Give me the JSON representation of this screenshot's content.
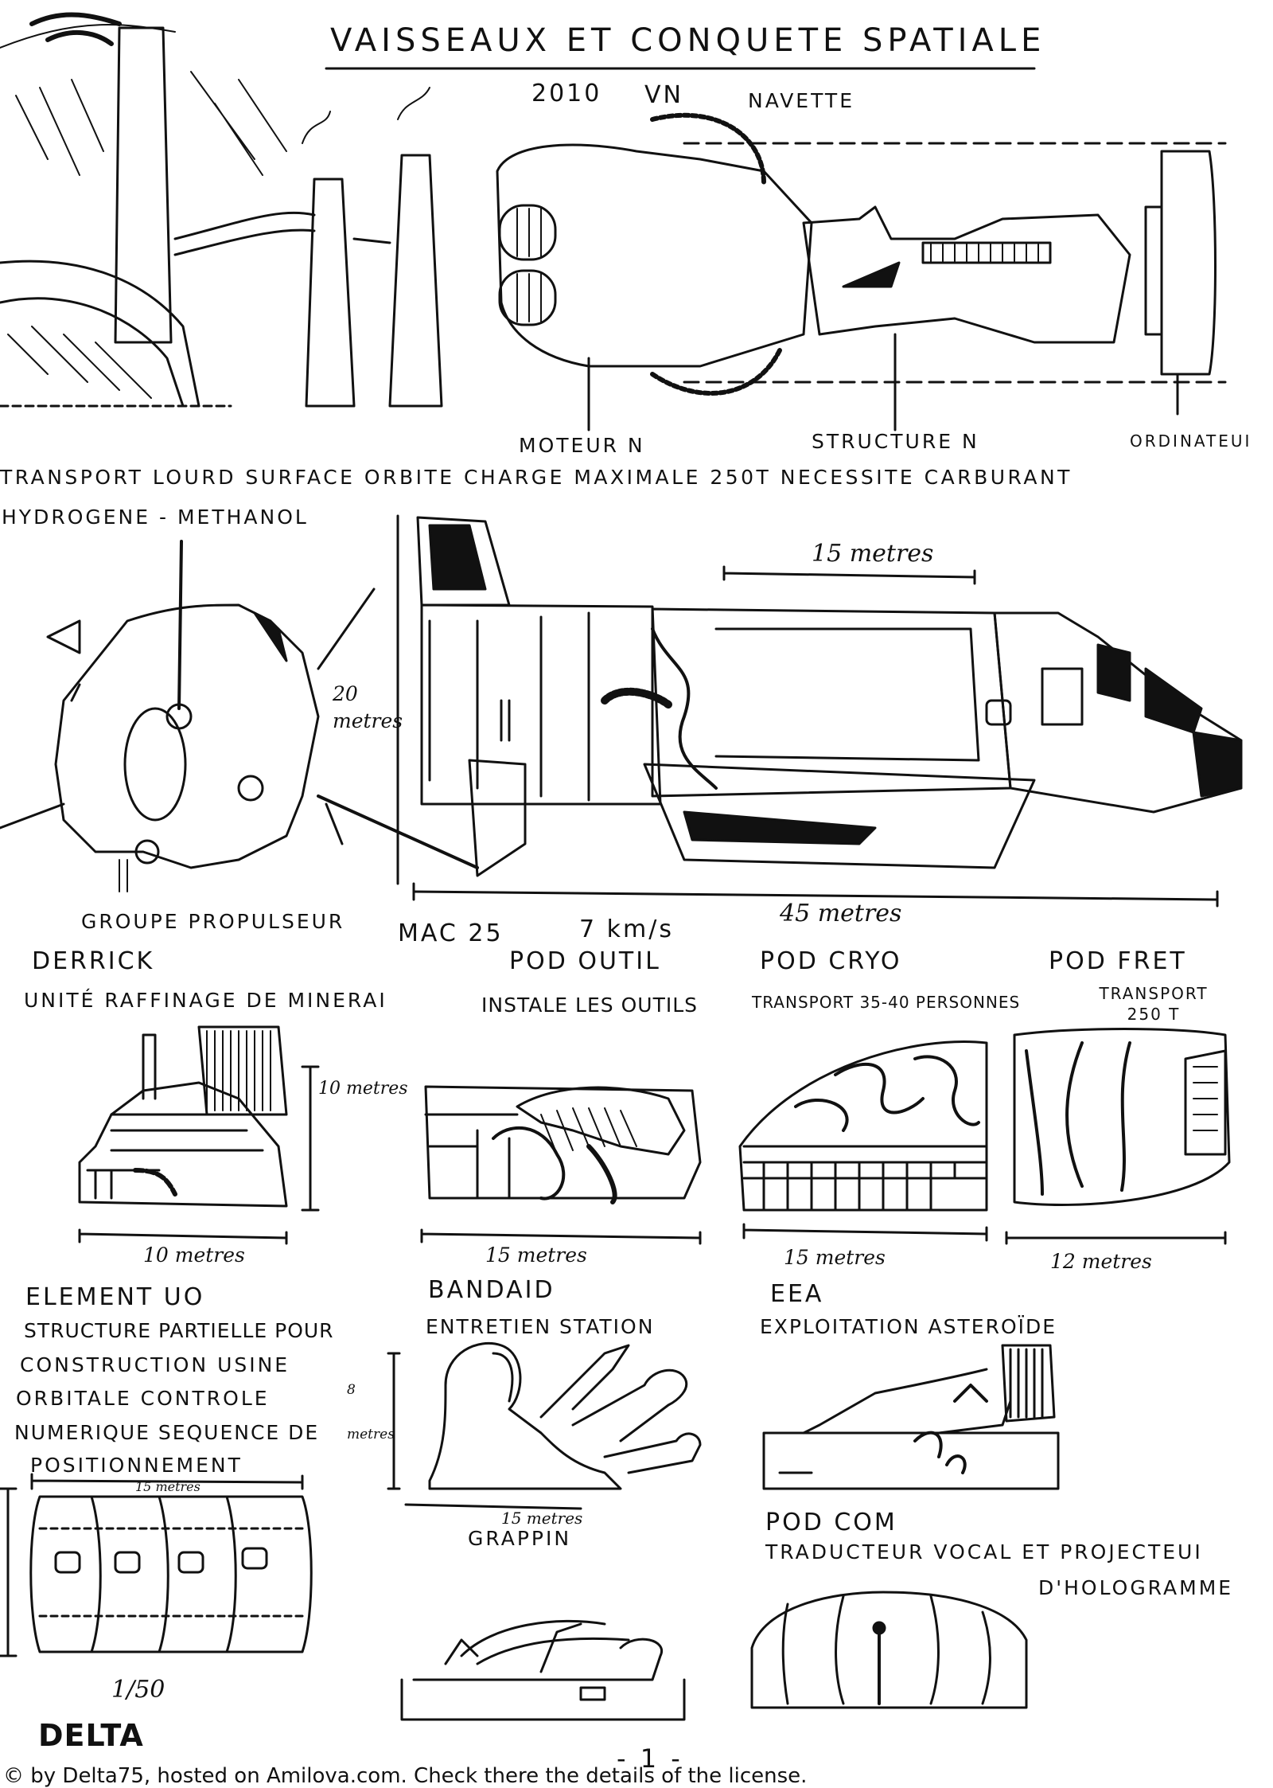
{
  "title": "VAISSEAUX ET CONQUETE SPATIALE",
  "top": {
    "year": "2010",
    "model": "VN",
    "ship": "NAVETTE",
    "label_motor": "MOTEUR N",
    "label_structure": "STRUCTURE N",
    "label_computer": "ORDINATEUI"
  },
  "transport": {
    "line1": "TRANSPORT LOURD SURFACE ORBITE CHARGE MAXIMALE 250T NECESSITE CARBURANT",
    "line2": "HYDROGENE - METHANOL"
  },
  "mac": {
    "dim_length_top": "15 metres",
    "dim_height": "20 metres",
    "dim_length_total": "45 metres",
    "label_thruster": "GROUPE PROPULSEUR",
    "designation": "MAC 25",
    "speed": "7 km/s"
  },
  "modules": [
    {
      "name": "DERRICK",
      "desc": "UNITÉ RAFFINAGE DE MINERAI",
      "dim_w": "10 metres",
      "dim_h": "10 metres"
    },
    {
      "name": "POD OUTIL",
      "desc": "INSTALE LES OUTILS",
      "dim_w": "15 metres"
    },
    {
      "name": "POD CRYO",
      "desc": "TRANSPORT 35-40 PERSONNES",
      "dim_w": "15 metres"
    },
    {
      "name": "POD FRET",
      "desc": "TRANSPORT 250 T",
      "dim_w": "12 metres"
    }
  ],
  "element": {
    "name": "ELEMENT UO",
    "desc": [
      "STRUCTURE PARTIELLE POUR",
      "CONSTRUCTION USINE",
      "ORBITALE CONTROLE",
      "NUMERIQUE SEQUENCE DE",
      "POSITIONNEMENT"
    ],
    "dim_w": "15 metres",
    "scale": "1/50"
  },
  "bandaid": {
    "name": "BANDAID",
    "desc": "ENTRETIEN STATION",
    "dim_h": "8 metres",
    "dim_w": "15 metres",
    "label_grappin": "GRAPPIN"
  },
  "eea": {
    "name": "EEA",
    "desc": "EXPLOITATION ASTEROÏDE"
  },
  "podcom": {
    "name": "POD COM",
    "desc1": "TRADUCTEUR VOCAL ET PROJECTEUI",
    "desc2": "D'HOLOGRAMME"
  },
  "signature": "DELTA",
  "page_number": "- 1 -",
  "copyright": "© by Delta75, hosted on Amilova.com. Check there the details of the license."
}
